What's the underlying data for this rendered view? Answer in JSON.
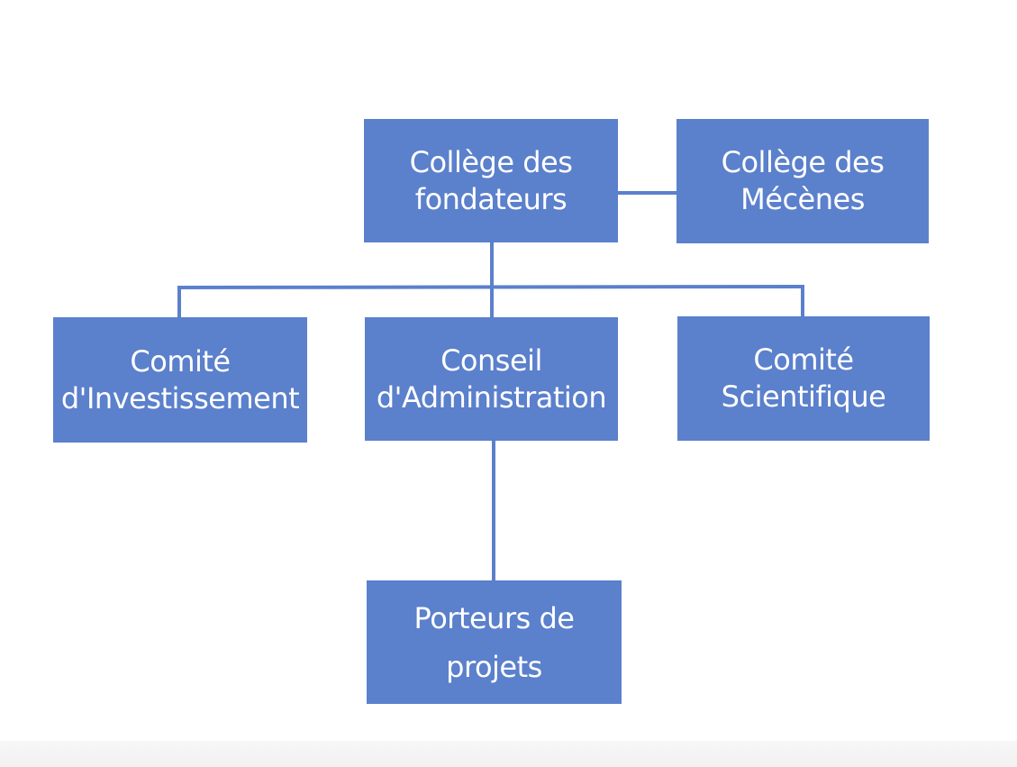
{
  "diagram": {
    "box_color": "#5b80cc",
    "line_color": "#5b80cc",
    "boxes": {
      "fondateurs": {
        "line1": "Collège des",
        "line2": "fondateurs"
      },
      "mecenes": {
        "line1": "Collège des",
        "line2": "Mécènes"
      },
      "invest": {
        "line1": "Comité",
        "line2": "d'Investissement"
      },
      "admin": {
        "line1": "Conseil",
        "line2": "d'Administration"
      },
      "scient": {
        "line1": "Comité",
        "line2": "Scientifique"
      },
      "porteurs": {
        "line1": "Porteurs de",
        "line2": "projets"
      }
    }
  }
}
